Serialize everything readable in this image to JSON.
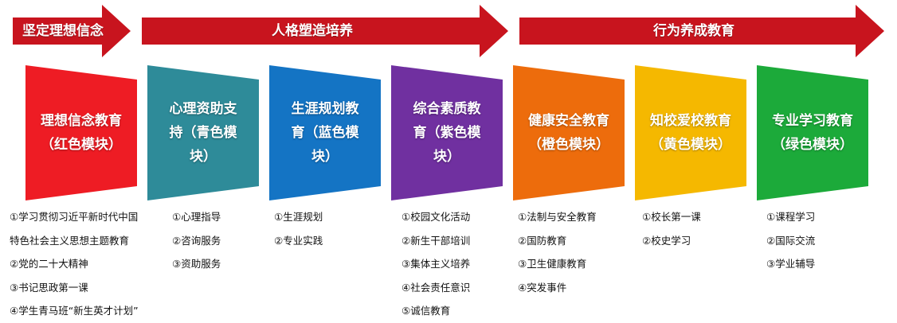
{
  "arrows": [
    {
      "label": "坚定理想信念",
      "color": "#c8141e"
    },
    {
      "label": "人格塑造培养",
      "color": "#c8141e"
    },
    {
      "label": "行为养成教育",
      "color": "#c8141e"
    }
  ],
  "modules": [
    {
      "lines": [
        "理想信念教育",
        "（红色模块）"
      ],
      "color": "#ee1c24",
      "items": [
        "①学习贯彻习近平新时代中国",
        "特色社会主义思想主题教育",
        "②党的二十大精神",
        "③书记思政第一课",
        "④学生青马班“新生英才计划”"
      ]
    },
    {
      "lines": [
        "心理资助支",
        "持（青色模",
        "块）"
      ],
      "color": "#2e8b99",
      "items": [
        "①心理指导",
        "②咨询服务",
        "③资助服务"
      ]
    },
    {
      "lines": [
        "生涯规划教",
        "育（蓝色模",
        "块）"
      ],
      "color": "#1474c4",
      "items": [
        "①生涯规划",
        "②专业实践"
      ]
    },
    {
      "lines": [
        "综合素质教",
        "育（紫色模",
        "块）"
      ],
      "color": "#7030a0",
      "items": [
        "①校园文化活动",
        "②新生干部培训",
        "③集体主义培养",
        "④社会责任意识",
        "⑤诚信教育"
      ]
    },
    {
      "lines": [
        "健康安全教育",
        "（橙色模块）"
      ],
      "color": "#ed6c0c",
      "items": [
        "①法制与安全教育",
        "②国防教育",
        "③卫生健康教育",
        "④突发事件"
      ]
    },
    {
      "lines": [
        "知校爱校教育",
        "（黄色模块）"
      ],
      "color": "#f5b800",
      "items": [
        "①校长第一课",
        "②校史学习"
      ]
    },
    {
      "lines": [
        "专业学习教育",
        "（绿色模块）"
      ],
      "color": "#1caa3a",
      "items": [
        "①课程学习",
        "②国际交流",
        "③学业辅导"
      ]
    }
  ]
}
